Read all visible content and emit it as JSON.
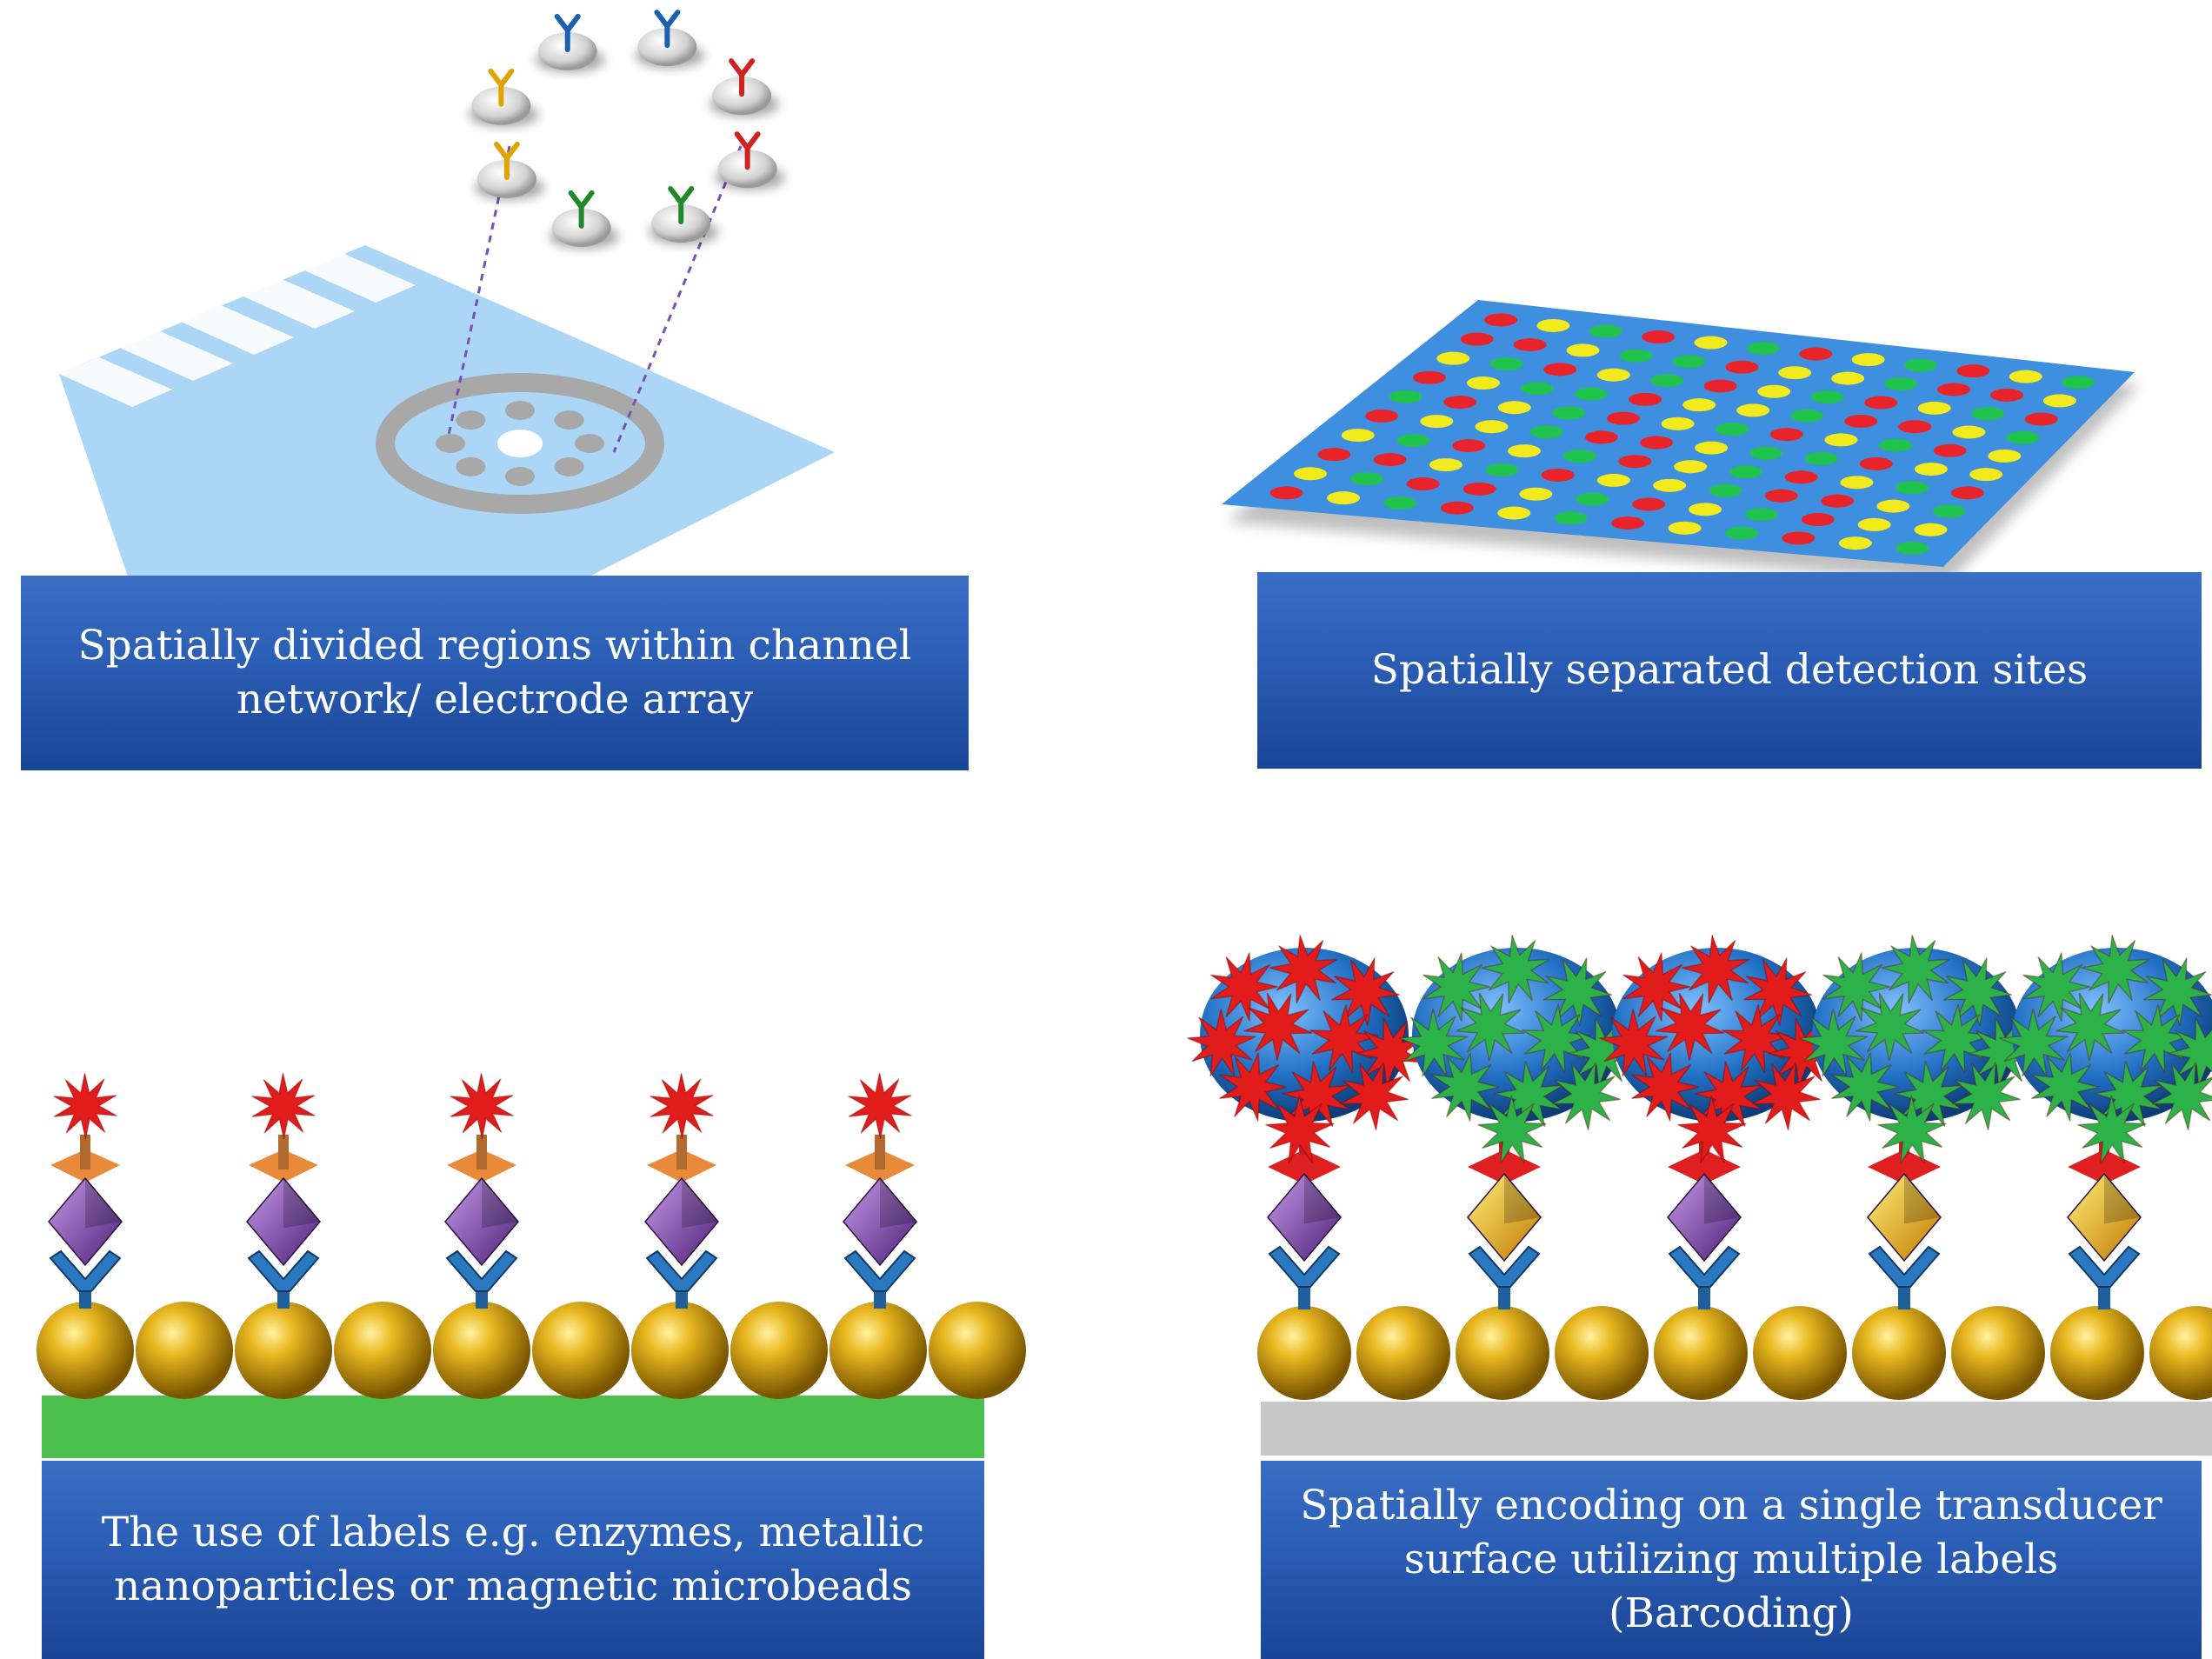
{
  "panels": [
    {
      "id": "electrode-array",
      "caption": "Spatially divided regions within channel\nnetwork/ electrode array"
    },
    {
      "id": "detection-sites",
      "caption": "Spatially separated detection sites"
    },
    {
      "id": "labels",
      "caption": "The use of labels e.g. enzymes, metallic\nnanoparticles or magnetic microbeads"
    },
    {
      "id": "barcoding",
      "caption": "Spatially encoding on a single transducer\nsurface utilizing multiple labels (Barcoding)"
    }
  ],
  "colors": {
    "caption_blue": "#2a5db4",
    "chip_blue": "#9fd0f2",
    "array_blue": "#3f8fe0",
    "spot_red": "#e8242a",
    "spot_yellow": "#f2ea1c",
    "spot_green": "#1fc24a",
    "gold_sphere": "#d4a017",
    "green_substrate": "#4cc04c",
    "grey_substrate": "#c8c8c8",
    "antibody_blue": "#1f5f9c",
    "purple_label": "#7a3aa8",
    "gold_label": "#f0b020",
    "red_star": "#e21b1b",
    "green_star": "#2bb34a",
    "bead_blue": "#2a7fd0"
  },
  "antibody_ring_colors": [
    "#1a5fb0",
    "#1a5fb0",
    "#d0221f",
    "#d0221f",
    "#1e8a2a",
    "#1e8a2a",
    "#e0a400",
    "#e0a400"
  ],
  "array_rows": [
    [
      "r",
      "y",
      "g",
      "r",
      "y",
      "g",
      "r",
      "y",
      "g",
      "r",
      "y",
      "g"
    ],
    [
      "r",
      "r",
      "y",
      "g",
      "g",
      "r",
      "y",
      "y",
      "g",
      "r",
      "r",
      "y"
    ],
    [
      "y",
      "g",
      "r",
      "y",
      "g",
      "r",
      "y",
      "g",
      "r",
      "y",
      "g",
      "r"
    ],
    [
      "r",
      "y",
      "g",
      "g",
      "r",
      "y",
      "y",
      "g",
      "r",
      "r",
      "y",
      "g"
    ],
    [
      "g",
      "r",
      "y",
      "g",
      "r",
      "y",
      "g",
      "r",
      "y",
      "g",
      "r",
      "y"
    ],
    [
      "r",
      "y",
      "y",
      "g",
      "r",
      "r",
      "y",
      "g",
      "g",
      "r",
      "y",
      "y"
    ],
    [
      "y",
      "g",
      "r",
      "y",
      "g",
      "r",
      "y",
      "g",
      "r",
      "y",
      "g",
      "r"
    ],
    [
      "r",
      "r",
      "y",
      "g",
      "r",
      "y",
      "y",
      "g",
      "r",
      "r",
      "y",
      "g"
    ],
    [
      "y",
      "g",
      "r",
      "r",
      "y",
      "g",
      "r",
      "y",
      "g",
      "r",
      "y",
      "y"
    ],
    [
      "r",
      "y",
      "g",
      "r",
      "y",
      "g",
      "r",
      "y",
      "g",
      "r",
      "y",
      "g"
    ]
  ],
  "barcode_labels": [
    "purple",
    "gold",
    "purple",
    "gold",
    "gold"
  ],
  "barcode_beads": [
    "red",
    "green",
    "red",
    "green",
    "green"
  ]
}
